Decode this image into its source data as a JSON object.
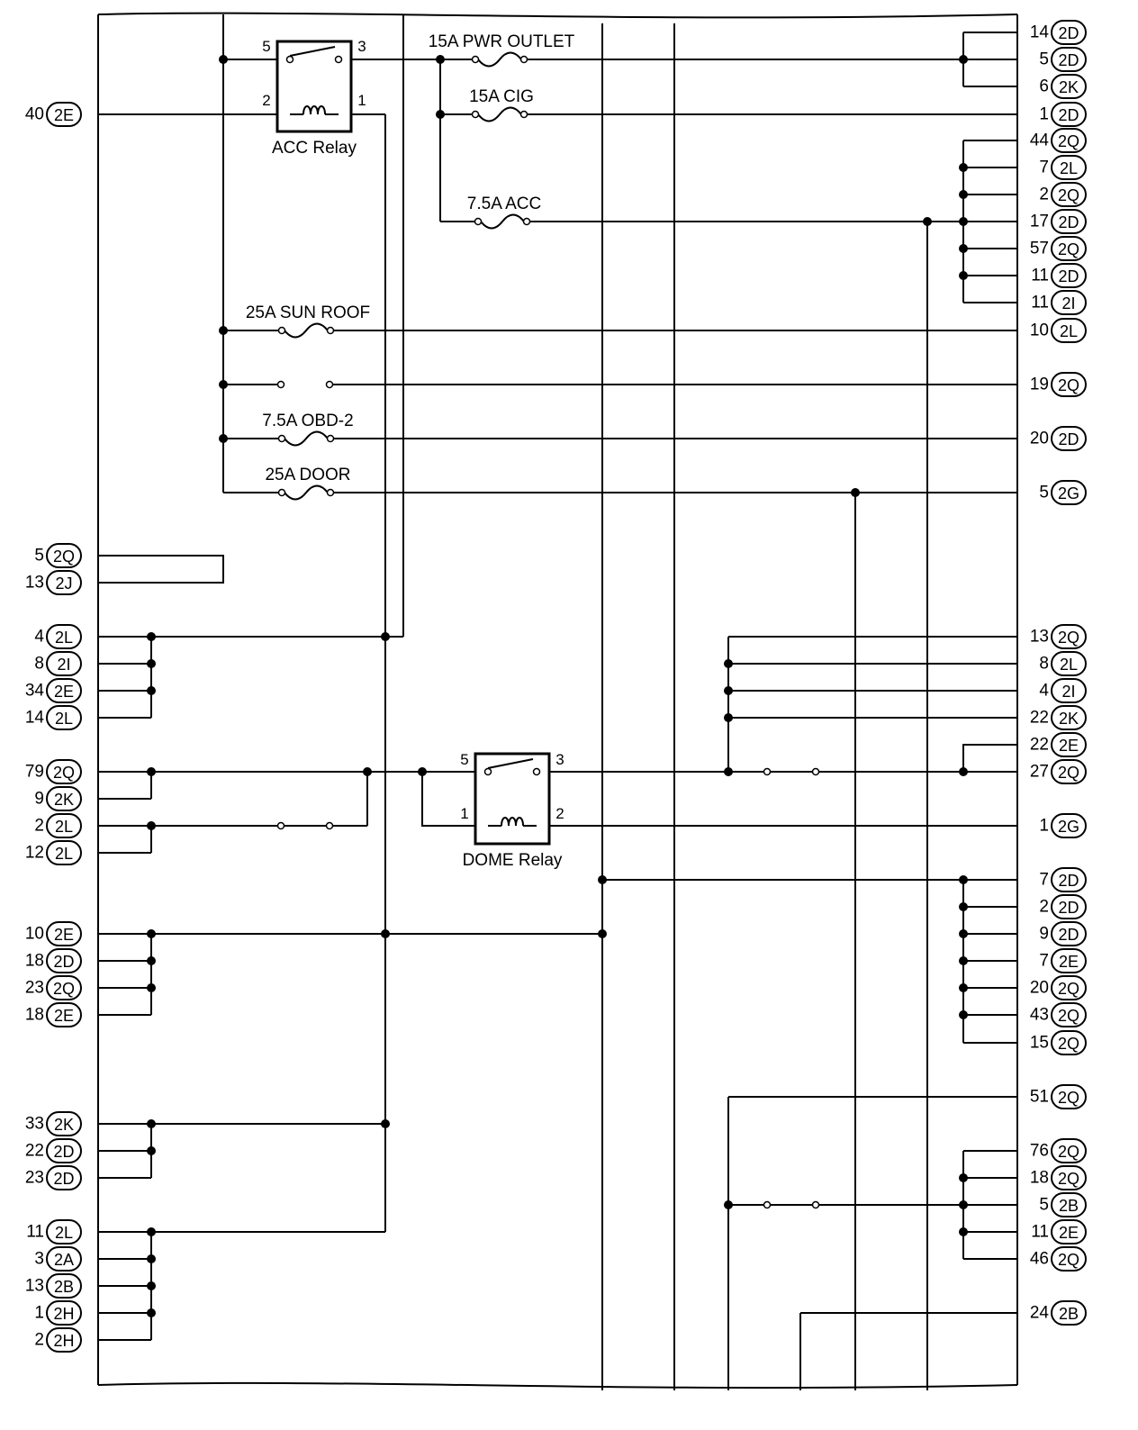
{
  "title": "",
  "components": {
    "acc_relay": {
      "label": "ACC Relay",
      "pins": [
        "5",
        "3",
        "2",
        "1"
      ]
    },
    "dome_relay": {
      "label": "DOME Relay",
      "pins": [
        "5",
        "3",
        "1",
        "2"
      ]
    }
  },
  "fuses": [
    {
      "label": "15A PWR OUTLET"
    },
    {
      "label": "15A CIG"
    },
    {
      "label": "7.5A ACC"
    },
    {
      "label": "25A SUN ROOF"
    },
    {
      "label": ""
    },
    {
      "label": "7.5A OBD-2"
    },
    {
      "label": "25A DOOR"
    }
  ],
  "left_connectors": [
    {
      "num": "40",
      "id": "2E"
    },
    {
      "num": "5",
      "id": "2Q"
    },
    {
      "num": "13",
      "id": "2J"
    },
    {
      "num": "4",
      "id": "2L"
    },
    {
      "num": "8",
      "id": "2I"
    },
    {
      "num": "34",
      "id": "2E"
    },
    {
      "num": "14",
      "id": "2L"
    },
    {
      "num": "79",
      "id": "2Q"
    },
    {
      "num": "9",
      "id": "2K"
    },
    {
      "num": "2",
      "id": "2L"
    },
    {
      "num": "12",
      "id": "2L"
    },
    {
      "num": "10",
      "id": "2E"
    },
    {
      "num": "18",
      "id": "2D"
    },
    {
      "num": "23",
      "id": "2Q"
    },
    {
      "num": "18",
      "id": "2E"
    },
    {
      "num": "33",
      "id": "2K"
    },
    {
      "num": "22",
      "id": "2D"
    },
    {
      "num": "23",
      "id": "2D"
    },
    {
      "num": "11",
      "id": "2L"
    },
    {
      "num": "3",
      "id": "2A"
    },
    {
      "num": "13",
      "id": "2B"
    },
    {
      "num": "1",
      "id": "2H"
    },
    {
      "num": "2",
      "id": "2H"
    }
  ],
  "right_connectors": [
    {
      "num": "14",
      "id": "2D"
    },
    {
      "num": "5",
      "id": "2D"
    },
    {
      "num": "6",
      "id": "2K"
    },
    {
      "num": "1",
      "id": "2D"
    },
    {
      "num": "44",
      "id": "2Q"
    },
    {
      "num": "7",
      "id": "2L"
    },
    {
      "num": "2",
      "id": "2Q"
    },
    {
      "num": "17",
      "id": "2D"
    },
    {
      "num": "57",
      "id": "2Q"
    },
    {
      "num": "11",
      "id": "2D"
    },
    {
      "num": "11",
      "id": "2I"
    },
    {
      "num": "10",
      "id": "2L"
    },
    {
      "num": "19",
      "id": "2Q"
    },
    {
      "num": "20",
      "id": "2D"
    },
    {
      "num": "5",
      "id": "2G"
    },
    {
      "num": "13",
      "id": "2Q"
    },
    {
      "num": "8",
      "id": "2L"
    },
    {
      "num": "4",
      "id": "2I"
    },
    {
      "num": "22",
      "id": "2K"
    },
    {
      "num": "22",
      "id": "2E"
    },
    {
      "num": "27",
      "id": "2Q"
    },
    {
      "num": "1",
      "id": "2G"
    },
    {
      "num": "7",
      "id": "2D"
    },
    {
      "num": "2",
      "id": "2D"
    },
    {
      "num": "9",
      "id": "2D"
    },
    {
      "num": "7",
      "id": "2E"
    },
    {
      "num": "20",
      "id": "2Q"
    },
    {
      "num": "43",
      "id": "2Q"
    },
    {
      "num": "15",
      "id": "2Q"
    },
    {
      "num": "51",
      "id": "2Q"
    },
    {
      "num": "76",
      "id": "2Q"
    },
    {
      "num": "18",
      "id": "2Q"
    },
    {
      "num": "5",
      "id": "2B"
    },
    {
      "num": "11",
      "id": "2E"
    },
    {
      "num": "46",
      "id": "2Q"
    },
    {
      "num": "24",
      "id": "2B"
    }
  ]
}
